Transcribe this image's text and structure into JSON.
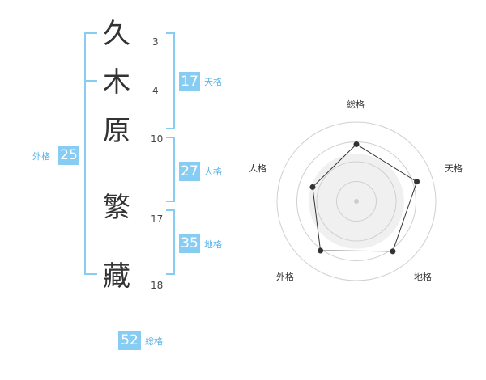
{
  "name": [
    {
      "char": "久",
      "strokes": "3"
    },
    {
      "char": "木",
      "strokes": "4"
    },
    {
      "char": "原",
      "strokes": "10"
    },
    {
      "char": "繁",
      "strokes": "17"
    },
    {
      "char": "藏",
      "strokes": "18"
    }
  ],
  "scores": {
    "tenkaku": {
      "value": "17",
      "label": "天格"
    },
    "jinkaku": {
      "value": "27",
      "label": "人格"
    },
    "chikaku": {
      "value": "35",
      "label": "地格"
    },
    "gaikaku": {
      "value": "25",
      "label": "外格"
    },
    "soukaku": {
      "value": "52",
      "label": "総格"
    }
  },
  "radar": {
    "axes": [
      "総格",
      "天格",
      "地格",
      "外格",
      "人格"
    ],
    "levels": 4,
    "values": [
      0.72,
      0.8,
      0.78,
      0.77,
      0.58
    ]
  },
  "colors": {
    "accent": "#87ccf3",
    "bracket": "#87ccf3",
    "badge_text": "#ffffff",
    "label": "#5ab3e5",
    "radar_grid": "#cfcfcf",
    "radar_fill": "#f0f0f0",
    "radar_line": "#333333"
  }
}
